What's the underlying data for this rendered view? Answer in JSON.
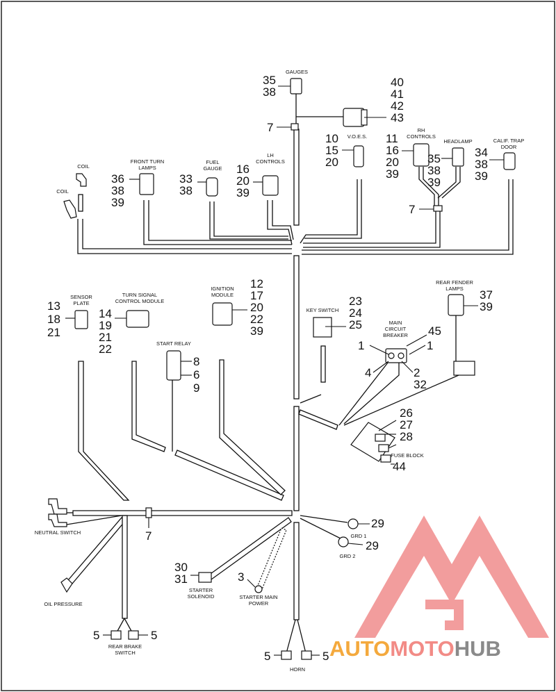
{
  "title": "",
  "components": [
    {
      "id": "gauges",
      "label": [
        "GAUGES"
      ],
      "parts": [
        "35",
        "38"
      ]
    },
    {
      "id": "gauges-connector",
      "label": [],
      "parts": [
        "40",
        "41",
        "42",
        "43"
      ]
    },
    {
      "id": "front-turn-lamps",
      "label": [
        "FRONT TURN",
        "LAMPS"
      ],
      "parts": [
        "36",
        "38",
        "39"
      ]
    },
    {
      "id": "coil-upper",
      "label": [
        "COIL"
      ],
      "parts": []
    },
    {
      "id": "coil-lower",
      "label": [
        "COIL"
      ],
      "parts": []
    },
    {
      "id": "fuel-gauge",
      "label": [
        "FUEL",
        "GAUGE"
      ],
      "parts": [
        "33",
        "38"
      ]
    },
    {
      "id": "lh-controls",
      "label": [
        "LH",
        "CONTROLS"
      ],
      "parts": [
        "16",
        "20",
        "39"
      ]
    },
    {
      "id": "voes",
      "label": [
        "V.O.E.S."
      ],
      "parts": [
        "10",
        "15",
        "20"
      ]
    },
    {
      "id": "rh-controls",
      "label": [
        "RH",
        "CONTROLS"
      ],
      "parts": [
        "11",
        "16",
        "20",
        "39"
      ]
    },
    {
      "id": "headlamp",
      "label": [
        "HEADLAMP"
      ],
      "parts": [
        "35",
        "38",
        "39"
      ]
    },
    {
      "id": "calif-trap-door",
      "label": [
        "CALIF. TRAP",
        "DOOR"
      ],
      "parts": [
        "34",
        "38",
        "39"
      ]
    },
    {
      "id": "sensor-plate",
      "label": [
        "SENSOR",
        "PLATE"
      ],
      "parts": [
        "13",
        "18",
        "21"
      ]
    },
    {
      "id": "turn-signal-module",
      "label": [
        "TURN SIGNAL",
        "CONTROL MODULE"
      ],
      "parts": [
        "14",
        "19",
        "21",
        "22"
      ]
    },
    {
      "id": "ignition-module",
      "label": [
        "IGNITION",
        "MODULE"
      ],
      "parts": [
        "12",
        "17",
        "20",
        "22",
        "39"
      ]
    },
    {
      "id": "key-switch",
      "label": [
        "KEY SWITCH"
      ],
      "parts": [
        "23",
        "24",
        "25"
      ]
    },
    {
      "id": "main-circuit-breaker",
      "label": [
        "MAIN",
        "CIRCUIT",
        "BREAKER"
      ],
      "parts": [
        "45",
        "1",
        "1",
        "4",
        "2",
        "32"
      ]
    },
    {
      "id": "rear-fender-lamps",
      "label": [
        "REAR FENDER",
        "LAMPS"
      ],
      "parts": [
        "37",
        "39"
      ]
    },
    {
      "id": "start-relay",
      "label": [
        "START RELAY"
      ],
      "parts": [
        "8",
        "6",
        "9"
      ]
    },
    {
      "id": "fuse-block",
      "label": [
        "FUSE BLOCK"
      ],
      "parts": [
        "26",
        "27",
        "28",
        "44"
      ]
    },
    {
      "id": "neutral-switch",
      "label": [
        "NEUTRAL SWITCH"
      ],
      "parts": []
    },
    {
      "id": "oil-pressure",
      "label": [
        "OIL PRESSURE"
      ],
      "parts": []
    },
    {
      "id": "rear-brake-switch",
      "label": [
        "REAR BRAKE",
        "SWITCH"
      ],
      "parts": [
        "5",
        "5"
      ]
    },
    {
      "id": "starter-solenoid",
      "label": [
        "STARTER",
        "SOLENOID"
      ],
      "parts": [
        "30",
        "31"
      ]
    },
    {
      "id": "starter-main-power",
      "label": [
        "STARTER MAIN",
        "POWER"
      ],
      "parts": [
        "3"
      ]
    },
    {
      "id": "grd-1",
      "label": [
        "GRD 1"
      ],
      "parts": [
        "29"
      ]
    },
    {
      "id": "grd-2",
      "label": [
        "GRD 2"
      ],
      "parts": [
        "29"
      ]
    },
    {
      "id": "horn",
      "label": [
        "HORN"
      ],
      "parts": [
        "5",
        "5"
      ]
    }
  ],
  "tie_wraps": [
    "7",
    "7",
    "7"
  ],
  "watermark": {
    "segments": [
      "AUTO",
      "MOTO",
      "HUB"
    ],
    "colors": [
      "#f4a93d",
      "#f28b86",
      "#8a8a8a"
    ],
    "logo_color": "#f08585"
  }
}
